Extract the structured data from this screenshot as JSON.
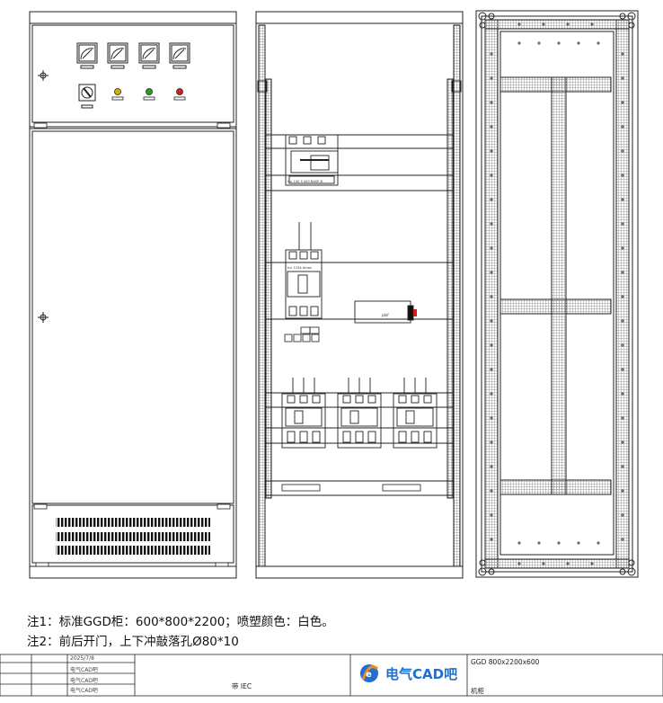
{
  "notes": {
    "note1": "注1：标准GGD柜：600*800*2200；喷塑颜色：白色。",
    "note2": "注2：前后开门，上下冲敲落孔Ø80*10"
  },
  "title_block": {
    "date": "2025/7/8",
    "company_1": "电气CAD吧",
    "company_2": "电气CAD吧",
    "company_3": "电气CAD吧",
    "standard": "带 IEC",
    "logo_text": "电气CAD吧",
    "model": "GGD 800x2200x600",
    "part_name": "机柜"
  },
  "component_labels": {
    "switch_rating": "Icu 100 S 400 BASE B",
    "breaker_rating": "Icu 1234 Amax",
    "din_device": "pbif"
  },
  "colors": {
    "line": "#222222",
    "grid": "#888888",
    "accent_red": "#d02020",
    "accent_green": "#20a020",
    "accent_yellow": "#d0b000",
    "logo_blue": "#1f6fd1",
    "logo_orange": "#f08a1c"
  },
  "icons": [
    "meter-icon",
    "rotary-switch-icon",
    "indicator-lamp-icon",
    "crosshair-icon",
    "logo-icon"
  ]
}
